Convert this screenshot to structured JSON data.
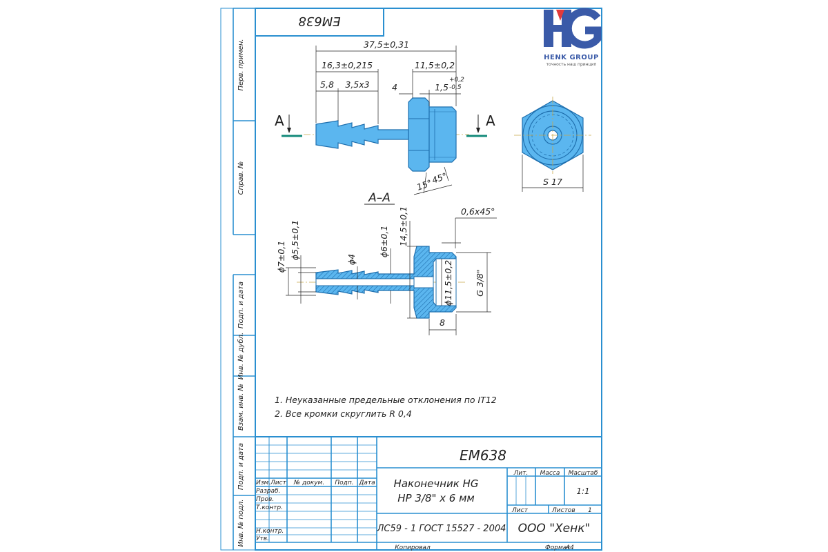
{
  "top_code": "EM638",
  "logo": {
    "mark": "HG",
    "name": "HENK GROUP",
    "slogan": "точность наш принцип"
  },
  "side_labels": [
    "Перв. примен.",
    "Справ. №",
    "Подп. и дата",
    "Инв. № дубл.",
    "Взам. инв. №",
    "Подп. и дата",
    "Инв. № подл."
  ],
  "view_labels": {
    "section_marker": "A",
    "section_title": "A–A"
  },
  "dims_main": {
    "overall": "37,5±0,31",
    "barb_zone": "16,3±0,215",
    "thread_len": "11,5±0,2",
    "first_barb": "5,8",
    "barbs": "3,5x3",
    "hex_w": "4",
    "chamfer_w": "1,5",
    "tol_up": "+0,2",
    "tol_dn": "-0,5",
    "angle1": "15°",
    "angle2": "45°",
    "hex_size": "S 17"
  },
  "dims_section": {
    "chamfer": "0,6x45°",
    "d7": "ϕ7±0,1",
    "d55": "ϕ5,5±0,1",
    "d4": "ϕ4",
    "d6": "ϕ6±0,1",
    "l145": "14,5±0,1",
    "d115": "ϕ11,5±0,2",
    "thread": "G 3/8\"",
    "len8": "8"
  },
  "notes": [
    "1. Неуказанные предельные отклонения по IT12",
    "2. Все кромки скруглить R 0,4"
  ],
  "title_block": {
    "code": "EM638",
    "name1": "Наконечник HG",
    "name2": "HP 3/8\" x 6 мм",
    "material": "ЛС59 - 1 ГОСТ 15527 - 2004",
    "company": "ООО \"Хенк\"",
    "col_izm": "Изм.",
    "col_list": "Лист",
    "col_doc": "№ докум.",
    "col_sign": "Подп.",
    "col_date": "Дата",
    "row_razrab": "Разраб.",
    "row_prov": "Пров.",
    "row_tkontr": "Т.контр.",
    "row_nkontr": "Н.контр.",
    "row_utv": "Утв.",
    "lit": "Лит.",
    "mass": "Масса",
    "scale_label": "Масштаб",
    "scale_value": "1:1",
    "sheet_label": "Лист",
    "sheets_label": "Листов",
    "sheets_value": "1",
    "copied": "Копировал",
    "format_label": "Формат",
    "format_value": "A4"
  }
}
